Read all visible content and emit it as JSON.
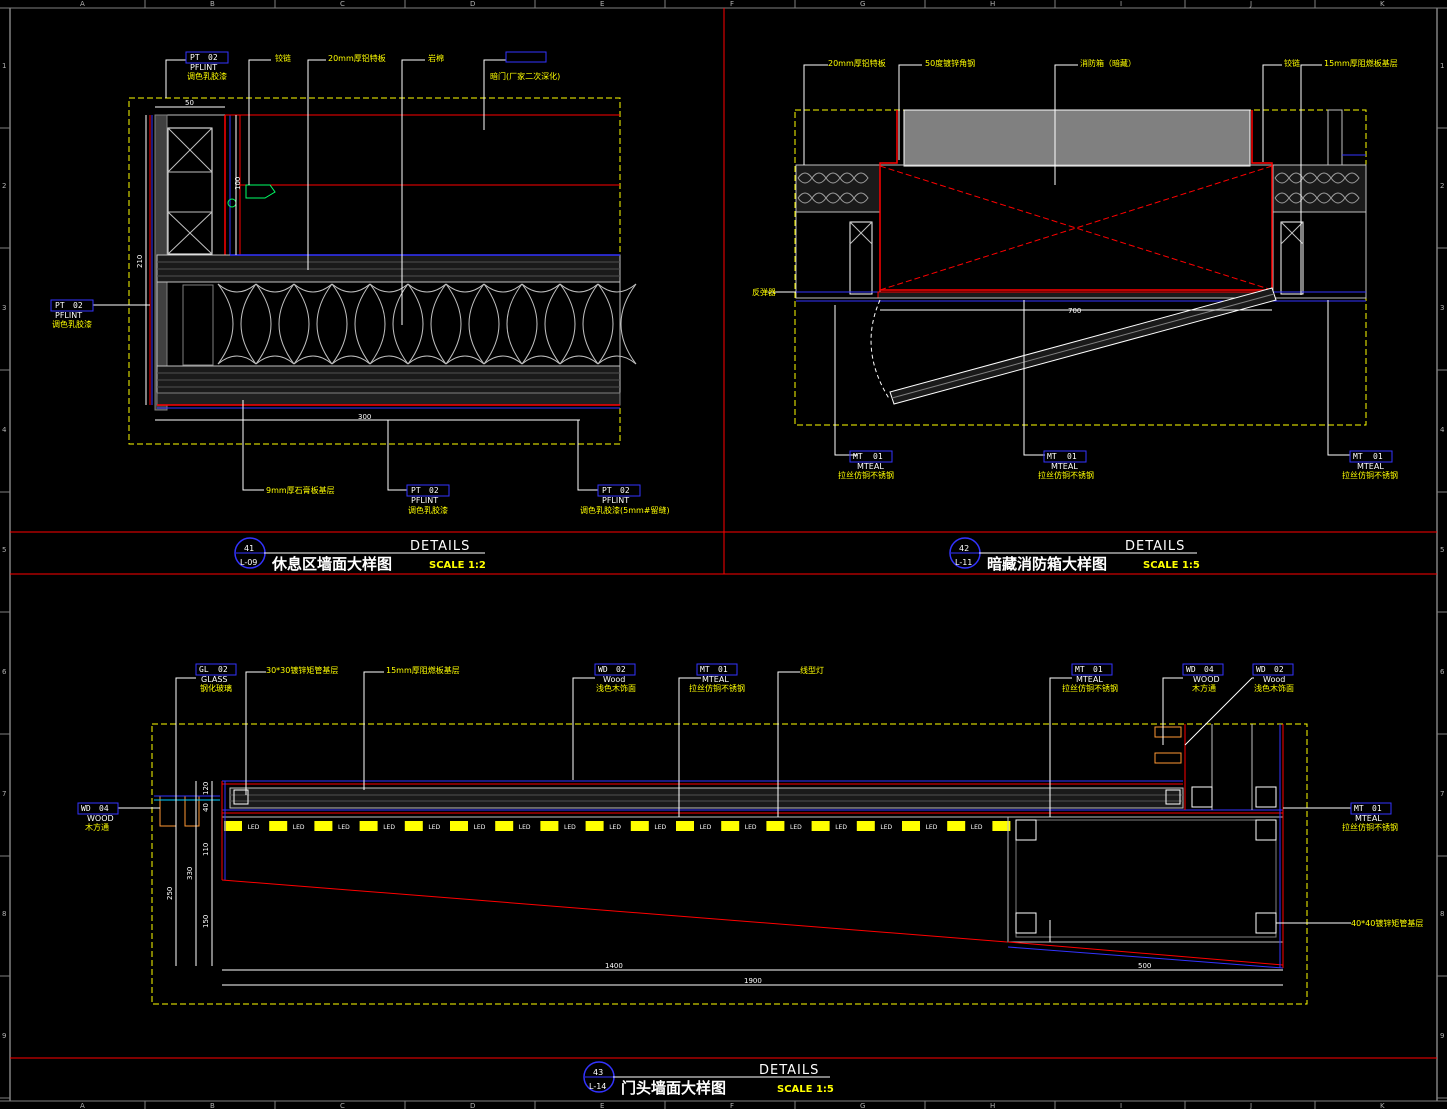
{
  "grid": {
    "cols": [
      "A",
      "B",
      "C",
      "D",
      "E",
      "F",
      "G",
      "H",
      "I",
      "J",
      "K"
    ],
    "rows": [
      "1",
      "2",
      "3",
      "4",
      "5",
      "6",
      "7",
      "8",
      "9"
    ]
  },
  "detail41": {
    "number": "41",
    "sheet": "L-09",
    "details": "DETAILS",
    "title": "休息区墙面大样图",
    "scale": "SCALE 1:2",
    "labels": {
      "pt_top_a": "PT",
      "pt_top_b": "02",
      "pt_top_sub": "PFLINT",
      "pt_top_desc": "调色乳胶漆",
      "hinge": "铰链",
      "board": "20mm厚铝特板",
      "rock": "岩棉",
      "door_desc": "暗门(厂家二次深化)",
      "pt_left_a": "PT",
      "pt_left_b": "02",
      "pt_left_sub": "PFLINT",
      "pt_left_desc": "调色乳胶漆",
      "gypsum": "9mm厚石膏板基层",
      "pt_mid_a": "PT",
      "pt_mid_b": "02",
      "pt_mid_sub": "PFLINT",
      "pt_mid_desc": "调色乳胶漆",
      "pt_right_a": "PT",
      "pt_right_b": "02",
      "pt_right_sub": "PFLINT",
      "pt_right_desc": "调色乳胶漆(5mm#留缝)"
    },
    "dims": {
      "d50": "50",
      "d100": "100",
      "d210": "210",
      "d300": "300"
    }
  },
  "detail42": {
    "number": "42",
    "sheet": "L-11",
    "details": "DETAILS",
    "title": "暗藏消防箱大样图",
    "scale": "SCALE 1:5",
    "labels": {
      "board": "20mm厚铝特板",
      "frame": "50度镀锌角钢",
      "box": "消防箱（暗藏）",
      "hinge": "铰链",
      "base": "15mm厚阻燃板基层",
      "stopper": "反弹器",
      "mt_a_code": "MT",
      "mt_a_num": "01",
      "mt_a_sub": "MTEAL",
      "mt_a_desc": "拉丝仿铜不锈钢",
      "mt_b_code": "MT",
      "mt_b_num": "01",
      "mt_b_sub": "MTEAL",
      "mt_b_desc": "拉丝仿铜不锈钢",
      "mt_c_code": "MT",
      "mt_c_num": "01",
      "mt_c_sub": "MTEAL",
      "mt_c_desc": "拉丝仿铜不锈钢"
    },
    "dims": {
      "d700": "700"
    }
  },
  "detail43": {
    "number": "43",
    "sheet": "L-14",
    "details": "DETAILS",
    "title": "门头墙面大样图",
    "scale": "SCALE 1:5",
    "labels": {
      "gl_code": "GL",
      "gl_num": "02",
      "gl_sub": "GLASS",
      "gl_desc": "钢化玻璃",
      "steel": "30*30镀锌矩管基层",
      "base": "15mm厚阻燃板基层",
      "wd02_code": "WD",
      "wd02_num": "02",
      "wd02_sub": "Wood",
      "wd02_desc": "浅色木饰面",
      "mt_code": "MT",
      "mt_num": "01",
      "mt_sub": "MTEAL",
      "mt_desc": "拉丝仿铜不锈钢",
      "ledlamp": "线型灯",
      "mt2_code": "MT",
      "mt2_num": "01",
      "mt2_sub": "MTEAL",
      "mt2_desc": "拉丝仿铜不锈钢",
      "wd04_code": "WD",
      "wd04_num": "04",
      "wd04_sub": "WOOD",
      "wd04_desc": "木方通",
      "wd02b_code": "WD",
      "wd02b_num": "02",
      "wd02b_sub": "Wood",
      "wd02b_desc": "浅色木饰面",
      "wdleft_code": "WD",
      "wdleft_num": "04",
      "wdleft_sub": "WOOD",
      "wdleft_desc": "木方通",
      "mtright_code": "MT",
      "mtright_num": "01",
      "mtright_sub": "MTEAL",
      "mtright_desc": "拉丝仿铜不锈钢",
      "pipe": "40*40镀锌矩管基层",
      "led": "LED"
    },
    "dims": {
      "d1400": "1400",
      "d1900": "1900",
      "d500": "500",
      "d250": "250",
      "d330": "330",
      "d110": "110",
      "d150": "150",
      "d40": "40",
      "d120": "120"
    }
  },
  "colors": {
    "background": "#000000",
    "yellow": "#ffff00",
    "red": "#ff0000",
    "blue": "#3333ff",
    "white": "#ffffff",
    "gray": "#808080"
  }
}
